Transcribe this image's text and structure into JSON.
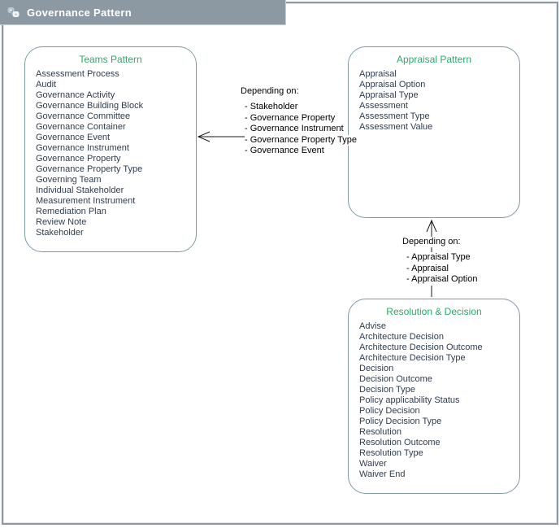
{
  "window": {
    "title": "Governance Pattern",
    "icon": "sitemap-icon"
  },
  "colors": {
    "titlebar_bg": "#8C99A3",
    "frame_border": "#8C99A3",
    "box_border": "#7E9BA3",
    "box_title_green": "#29AB68",
    "item_text": "#2E3D4F",
    "arrow": "#1A1A1A"
  },
  "boxes": {
    "teams": {
      "title": "Teams Pattern",
      "items": [
        "Assessment Process",
        "Audit",
        "Governance Activity",
        "Governance Building Block",
        "Governance Committee",
        "Governance Container",
        "Governance Event",
        "Governance Instrument",
        "Governance Property",
        "Governance Property Type",
        "Governing Team",
        "Individual Stakeholder",
        "Measurement Instrument",
        "Remediation Plan",
        "Review Note",
        "Stakeholder"
      ]
    },
    "appraisal": {
      "title": "Appraisal Pattern",
      "items": [
        "Appraisal",
        "Appraisal Option",
        "Appraisal Type",
        "Assessment",
        "Assessment Type",
        "Assessment Value"
      ]
    },
    "resolution": {
      "title": "Resolution & Decision",
      "items": [
        "Advise",
        "Architecture Decision",
        "Architecture Decision Outcome",
        "Architecture Decision Type",
        "Decision",
        "Decision Outcome",
        "Decision Type",
        "Policy applicability Status",
        "Policy Decision",
        "Policy Decision Type",
        "Resolution",
        "Resolution Outcome",
        "Resolution Type",
        "Waiver",
        "Waiver End"
      ]
    }
  },
  "dependencies": {
    "appraisal_to_teams": {
      "label": "Depending on:",
      "items": [
        "- Stakeholder",
        "- Governance Property",
        "- Governance Instrument",
        "- Governance Property Type",
        "- Governance Event"
      ]
    },
    "resolution_to_appraisal": {
      "label": "Depending on:",
      "items": [
        "- Appraisal Type",
        "- Appraisal",
        "- Appraisal Option"
      ]
    }
  }
}
